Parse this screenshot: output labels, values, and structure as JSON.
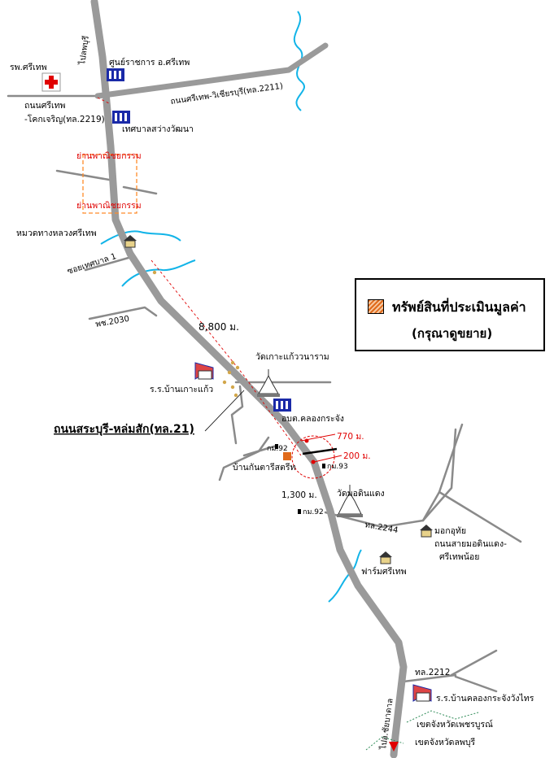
{
  "labels": {
    "to_lopburi": "ไปลพบุรี",
    "hospital": "รพ.ศรีเทพ",
    "road_2219_a": "ถนนศรีเทพ",
    "road_2219_b": "-โคกเจริญ(ทล.2219)",
    "gov_center": "ศูนย์ราชการ อ.ศรีเทพ",
    "road_2211": "ถนนศรีเทพ-วิเชียรบุรี(ทล.2211)",
    "municipality": "เทศบาลสว่างวัฒนา",
    "commercial_1": "ย่านพาณิชยกรรม",
    "commercial_2": "ย่านพาณิชยกรรม",
    "highway_unit": "หมวดทางหลวงศรีเทพ",
    "soi_1": "ซอยเทศบาล 1",
    "road_2030": "พช.2030",
    "dist_8800": "8,800 ม.",
    "temple_koh": "วัดเกาะแก้ววนาราม",
    "school_koh": "ร.ร.บ้านเกาะแก้ว",
    "road_21": "ถนนสระบุรี-หล่มสัก(ทล.21)",
    "tao_office": "อบต.คลองกระจัง",
    "km92_a": "กม.92",
    "dist_770": "770 ม.",
    "dist_200": "200 ม.",
    "km93": "กม.93",
    "village_kan": "บ้านกันตารีสตรีท",
    "dist_1300": "1,300 ม.",
    "temple_mo": "วัดมอดินแดง",
    "km92_b": "กม.92",
    "road_2244": "ทล.2244",
    "uthai": "มอกอุทัย",
    "road_mo_a": "ถนนสายมอดินแดง-",
    "road_mo_b": "ศรีเทพน้อย",
    "farm": "ฟาร์มศรีเทพ",
    "road_2212": "ทล.2212",
    "school_klong": "ร.ร.บ้านคลองกระจังวังไทร",
    "to_chai_badan": "ไปอ.ชัยบาดาล",
    "border_phetchabun": "เขตจังหวัดเพชรบูรณ์",
    "border_lopburi": "เขตจังหวัดลพบุรี"
  },
  "legend": {
    "title": "ทรัพย์สินที่ประเมินมูลค่า",
    "subtitle": "(กรุณาดูขยาย)"
  },
  "colors": {
    "main_road": "#9a9a9a",
    "minor_road": "#8a8a8a",
    "river": "#12b4e8",
    "red_marker": "#e00000",
    "icon_blue": "#1a2aa8",
    "province_border": "#2e8b57",
    "asset_fill": "#e06a1a"
  }
}
